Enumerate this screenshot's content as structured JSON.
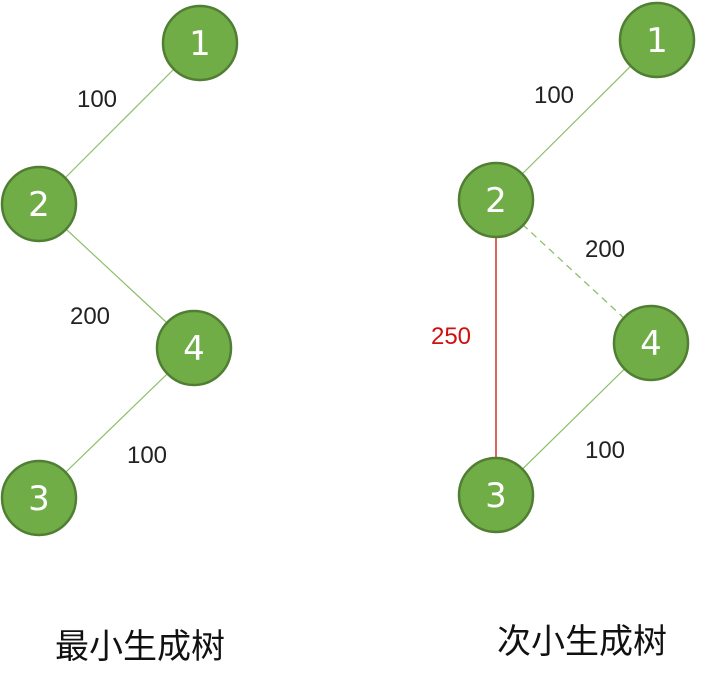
{
  "colors": {
    "node_fill": "#70AD47",
    "node_stroke": "#507E32",
    "edge": "#8CBF6A",
    "highlight_edge": "#D01010",
    "node_text": "#FFFFFF"
  },
  "diagrams": [
    {
      "id": "mst",
      "caption": "最小生成树",
      "nodes": [
        {
          "id": "1",
          "label": "1"
        },
        {
          "id": "2",
          "label": "2"
        },
        {
          "id": "4",
          "label": "4"
        },
        {
          "id": "3",
          "label": "3"
        }
      ],
      "edges": [
        {
          "from": "1",
          "to": "2",
          "weight": "100",
          "style": "solid"
        },
        {
          "from": "2",
          "to": "4",
          "weight": "200",
          "style": "solid"
        },
        {
          "from": "4",
          "to": "3",
          "weight": "100",
          "style": "solid"
        }
      ]
    },
    {
      "id": "second-mst",
      "caption": "次小生成树",
      "nodes": [
        {
          "id": "1",
          "label": "1"
        },
        {
          "id": "2",
          "label": "2"
        },
        {
          "id": "4",
          "label": "4"
        },
        {
          "id": "3",
          "label": "3"
        }
      ],
      "edges": [
        {
          "from": "1",
          "to": "2",
          "weight": "100",
          "style": "solid"
        },
        {
          "from": "2",
          "to": "4",
          "weight": "200",
          "style": "dashed"
        },
        {
          "from": "2",
          "to": "3",
          "weight": "250",
          "style": "highlight"
        },
        {
          "from": "4",
          "to": "3",
          "weight": "100",
          "style": "solid"
        }
      ]
    }
  ]
}
